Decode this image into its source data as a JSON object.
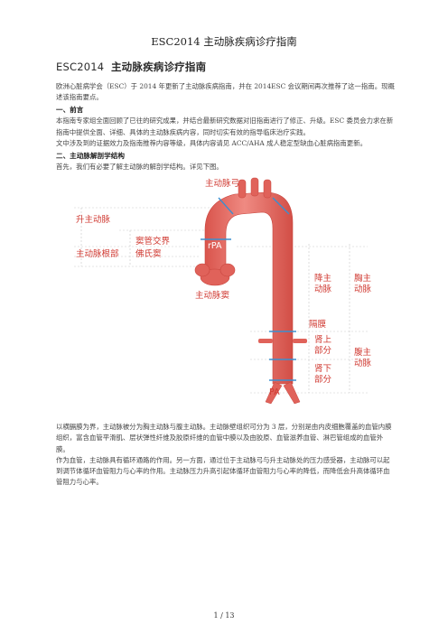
{
  "page_header": "ESC2014 主动脉疾病诊疗指南",
  "title": {
    "prefix": "ESC2014",
    "main": "主动脉疾病诊疗指南"
  },
  "intro": "欧洲心脏病学会（ESC）于 2014 年更新了主动脉疾病指南，并在 2014ESC 会议期间再次推荐了这一指南。现概述该指南要点。",
  "section1": {
    "heading": "一、前言",
    "paragraphs": [
      "本指南专家组全面回顾了已往的研究成果，并结合最新研究数据对旧指南进行了修正、升级。ESC 委员会力求在新指南中提供全面、详细、具体的主动脉疾病内容，同时切实有效的指导临床治疗实践。",
      "文中涉及到的证据效力及指南推荐内容等级，具体内容请见 ACC/AHA 成人稳定型缺血心脏病指南更新。"
    ]
  },
  "section2": {
    "heading": "二、主动脉解剖学结构",
    "lead": "首先，我们有必要了解主动脉的解剖学结构。详见下图。",
    "figure_labels": {
      "arch": "主动脉弓",
      "ascending": "升主动脉",
      "stj": "窦管交界",
      "root": "主动脉根部",
      "sinus_valsalva": "佛氏窦",
      "rpa": "rPA",
      "aortic_sinus": "主动脉窦",
      "descending": "降主动脉",
      "thoracic": "胸主动脉",
      "diaphragm": "隔膜",
      "suprarenal": "肾上部分",
      "infrarenal": "肾下部分",
      "abdominal": "腹主动脉",
      "pa": "PA"
    },
    "after_paragraphs": [
      "以横膈膜为界，主动脉被分为胸主动脉与腹主动脉。主动脉壁组织可分为 3 层，分别是由内皮细胞覆盖的血管内膜组织，富含血管平滑肌、层状弹性纤维及胶原纤维的血管中膜以及由胶原、血管滋养血管、淋巴管组成的血管外膜。",
      "作为血管，主动脉具有循环通路的作用。另一方面，通过位于主动脉弓与升主动脉处的压力感受器，主动脉可以起到调节体循环血管阻力与心率的作用。主动脉压力升高引起体循环血管阻力与心率的降低，而降低会升高体循环血管阻力与心率。"
    ]
  },
  "footer": "1 / 13",
  "colors": {
    "label_red": "#d03a32",
    "vessel": "#e0625a",
    "vessel_light": "#ee8f87",
    "marker_blue": "#3a8fd0",
    "guide_line": "#c9c9c9"
  }
}
